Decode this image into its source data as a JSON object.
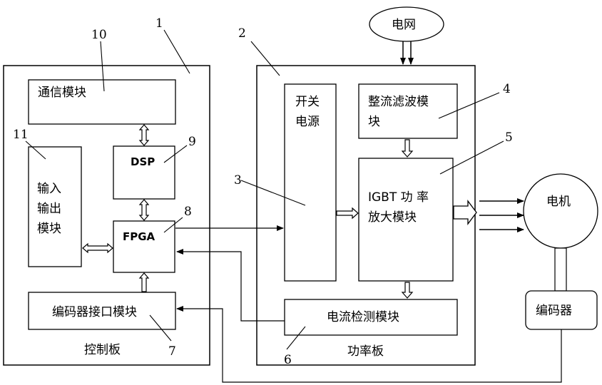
{
  "boards": {
    "control": {
      "label": "控制板",
      "num": "1"
    },
    "power": {
      "label": "功率板",
      "num": "2"
    }
  },
  "modules": {
    "comm": {
      "label": "通信模块",
      "num": "10"
    },
    "dsp": {
      "label": "DSP",
      "num": "9"
    },
    "io": {
      "lines": [
        "输入",
        "输出",
        "模块"
      ],
      "num": "11"
    },
    "fpga": {
      "label": "FPGA",
      "num": "8"
    },
    "encoder_if": {
      "label": "编码器接口模块",
      "num": "7"
    },
    "switch_ps": {
      "lines": [
        "开关",
        "电源"
      ],
      "num": "3"
    },
    "rectifier": {
      "lines": [
        "整流滤波模",
        "块"
      ],
      "num": "4"
    },
    "igbt": {
      "lines": [
        "IGBT  功 率",
        "放大模块"
      ],
      "num": "5"
    },
    "current": {
      "label": "电流检测模块",
      "num": "6"
    }
  },
  "external": {
    "grid": "电网",
    "motor": "电机",
    "encoder": "编码器"
  }
}
